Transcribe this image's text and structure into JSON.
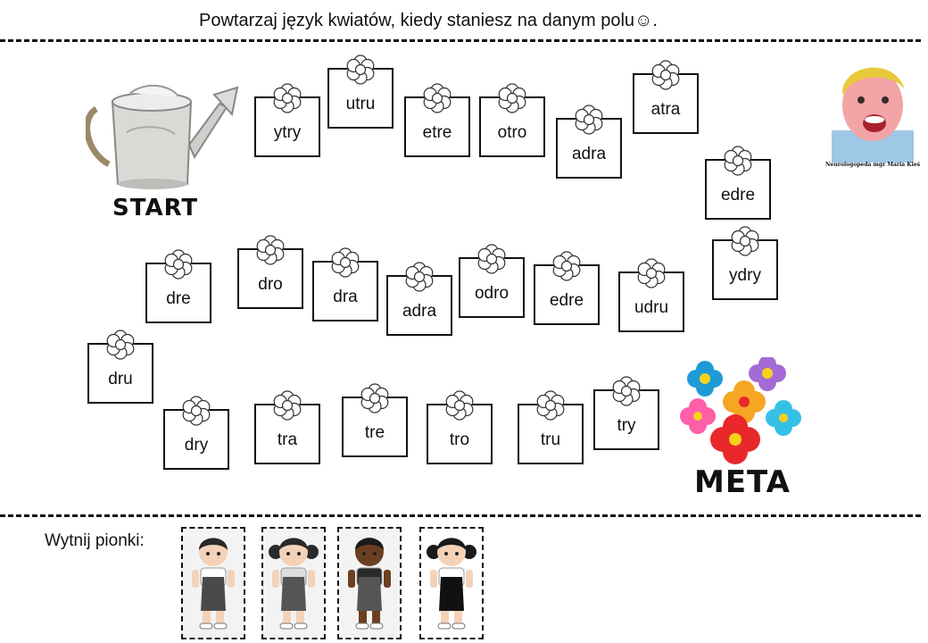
{
  "header": {
    "instruction": "Powtarzaj język kwiatów, kiedy staniesz na danym polu☺."
  },
  "board": {
    "start_label": "START",
    "meta_label": "META",
    "tiles": [
      {
        "word": "ytry"
      },
      {
        "word": "utru"
      },
      {
        "word": "etre"
      },
      {
        "word": "otro"
      },
      {
        "word": "adra"
      },
      {
        "word": "atra"
      },
      {
        "word": "edre"
      },
      {
        "word": "ydry"
      },
      {
        "word": "udru"
      },
      {
        "word": "edre"
      },
      {
        "word": "odro"
      },
      {
        "word": "adra"
      },
      {
        "word": "dra"
      },
      {
        "word": "dro"
      },
      {
        "word": "dre"
      },
      {
        "word": "dru"
      },
      {
        "word": "dry"
      },
      {
        "word": "tra"
      },
      {
        "word": "tre"
      },
      {
        "word": "tro"
      },
      {
        "word": "tru"
      },
      {
        "word": "try"
      }
    ]
  },
  "portrait": {
    "caption": "Neurologopeda mgr Maria Kieś"
  },
  "cutout": {
    "label": "Wytnij pionki:"
  },
  "colors": {
    "line": "#111111",
    "flower_petal": "#ffffff",
    "meta_flowers": [
      "#1e9bd7",
      "#a46bd6",
      "#ff5ea8",
      "#f5a623",
      "#e8282b",
      "#36c0e8"
    ]
  },
  "icons": [
    "watering-can-icon",
    "flower-icon",
    "boy-portrait-icon",
    "pawn-figure-icon"
  ]
}
